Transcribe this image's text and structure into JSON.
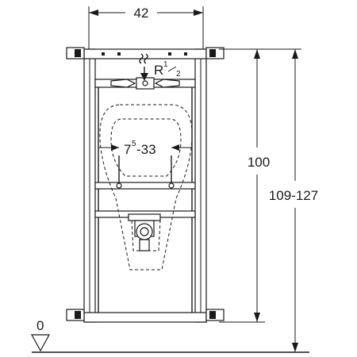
{
  "dimensions": {
    "width": "42",
    "frame_height": "100",
    "adjustable_height": "109-127",
    "floor_level": "0",
    "fixing_range_base": "7",
    "fixing_range_sup": "5",
    "fixing_range_rest": "-33",
    "thread_prefix": "R",
    "thread_num": "1",
    "thread_den": "2"
  }
}
